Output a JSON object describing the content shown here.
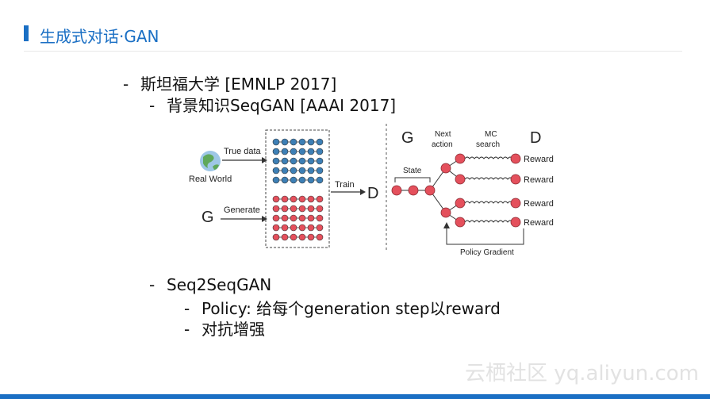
{
  "slide": {
    "title": "生成式对话·GAN",
    "bullets": {
      "l1": "斯坦福大学 [EMNLP 2017]",
      "l2": "背景知识SeqGAN [AAAI 2017]",
      "l3": "Seq2SeqGAN",
      "l4": "Policy: 给每个generation step以reward",
      "l5": "对抗增强"
    },
    "dash": "-"
  },
  "figure": {
    "left": {
      "real_world": "Real World",
      "true_data": "True data",
      "g": "G",
      "generate": "Generate",
      "train": "Train",
      "d": "D"
    },
    "right": {
      "g": "G",
      "next_action_1": "Next",
      "next_action_2": "action",
      "mc_1": "MC",
      "mc_2": "search",
      "d": "D",
      "state": "State",
      "reward": "Reward",
      "policy_gradient": "Policy Gradient"
    },
    "colors": {
      "blue_dot": "#3d7fb5",
      "red_dot": "#e4505c",
      "globe": "#5fa85a"
    }
  },
  "watermark": "云栖社区 yq.aliyun.com"
}
